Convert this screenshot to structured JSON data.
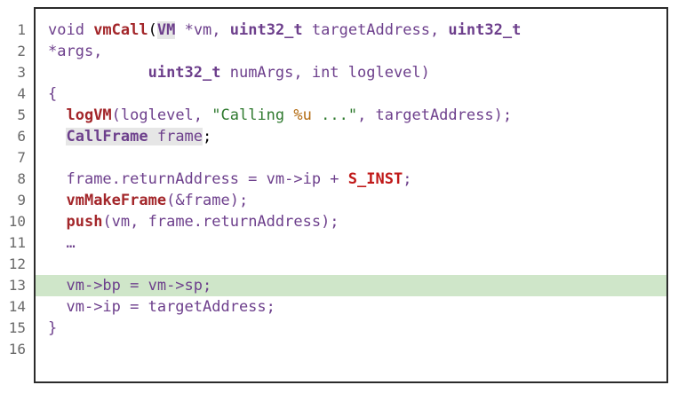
{
  "line_numbers": [
    "1",
    "2",
    "3",
    "4",
    "5",
    "6",
    "7",
    "8",
    "9",
    "10",
    "11",
    "12",
    "13",
    "14",
    "15",
    "16"
  ],
  "code": {
    "l1": {
      "a": "void ",
      "fn": "vmCall",
      "paren": "(",
      "vm_type": "VM",
      "b": " *vm, ",
      "u32a": "uint32_t",
      "c": " targetAddress, ",
      "u32b": "uint32_t"
    },
    "l2": {
      "a": "*args,"
    },
    "l3": {
      "indent": "           ",
      "u32": "uint32_t",
      "a": " numArgs, int loglevel)"
    },
    "l4": {
      "a": "{"
    },
    "l5": {
      "indent": "  ",
      "fn": "logVM",
      "a": "(loglevel, ",
      "str1": "\"Calling ",
      "fmt": "%u",
      "str2": " ...\"",
      "b": ", targetAddress);"
    },
    "l6": {
      "indent": "  ",
      "type": "CallFrame",
      "a": " frame",
      ";": ";"
    },
    "l7": {
      "a": ""
    },
    "l8": {
      "indent": "  ",
      "a": "frame.returnAddress = vm->ip + ",
      "mac": "S_INST",
      "b": ";"
    },
    "l9": {
      "indent": "  ",
      "fn": "vmMakeFrame",
      "a": "(&frame);"
    },
    "l10": {
      "indent": "  ",
      "fn": "push",
      "a": "(vm, frame.returnAddress);"
    },
    "l11": {
      "indent": "  ",
      "a": "…"
    },
    "l12": {
      "a": ""
    },
    "l13": {
      "indent": "  ",
      "a": "vm->bp = vm->sp;"
    },
    "l14": {
      "indent": "  ",
      "a": "vm->ip = targetAddress;"
    },
    "l15": {
      "a": "}"
    },
    "l16": {
      "a": ""
    }
  },
  "highlighted_line": "13",
  "colors": {
    "keyword": "#6d3f8c",
    "function": "#a3262a",
    "string": "#2f7a2f",
    "format": "#b36b12",
    "macro": "#c01818",
    "highlight": "#cfe6c9",
    "selection": "#e6e6e6"
  }
}
